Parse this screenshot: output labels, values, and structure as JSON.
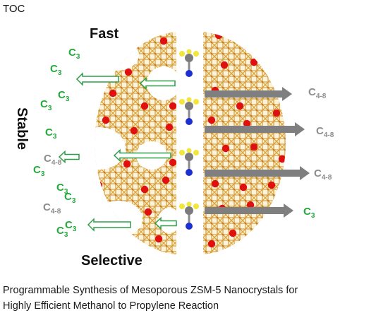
{
  "toc_label": "TOC",
  "figure": {
    "top_label": "Fast",
    "side_label": "Stable",
    "bottom_label": "Selective",
    "colors": {
      "framework": "#d9a23a",
      "oxygen": "#e01010",
      "green_label": "#22aa3a",
      "gray_label": "#8c8c8c",
      "arrow_gray": "#7f7f7f",
      "arrow_green": "#2d9e48"
    },
    "left_products": [
      {
        "base": "C",
        "sub": "3",
        "color": "green"
      },
      {
        "base": "C",
        "sub": "3",
        "color": "green"
      },
      {
        "base": "C",
        "sub": "3",
        "color": "green"
      },
      {
        "base": "C",
        "sub": "3",
        "color": "green"
      },
      {
        "base": "C",
        "sub": "3",
        "color": "green"
      },
      {
        "base": "C",
        "sub": "4-8",
        "color": "gray"
      },
      {
        "base": "C",
        "sub": "3",
        "color": "green"
      },
      {
        "base": "C",
        "sub": "3",
        "color": "green"
      },
      {
        "base": "C",
        "sub": "3",
        "color": "green"
      },
      {
        "base": "C",
        "sub": "4-8",
        "color": "gray"
      },
      {
        "base": "C",
        "sub": "3",
        "color": "green"
      },
      {
        "base": "C",
        "sub": "3",
        "color": "green"
      }
    ],
    "right_products": [
      {
        "base": "C",
        "sub": "4-8",
        "color": "gray"
      },
      {
        "base": "C",
        "sub": "4-8",
        "color": "gray"
      },
      {
        "base": "C",
        "sub": "4-8",
        "color": "gray"
      },
      {
        "base": "C",
        "sub": "3",
        "color": "green"
      }
    ]
  },
  "caption": {
    "line1": "Programmable Synthesis of Mesoporous ZSM-5 Nanocrystals for",
    "line2": "Highly Efficient Methanol to Propylene Reaction"
  }
}
